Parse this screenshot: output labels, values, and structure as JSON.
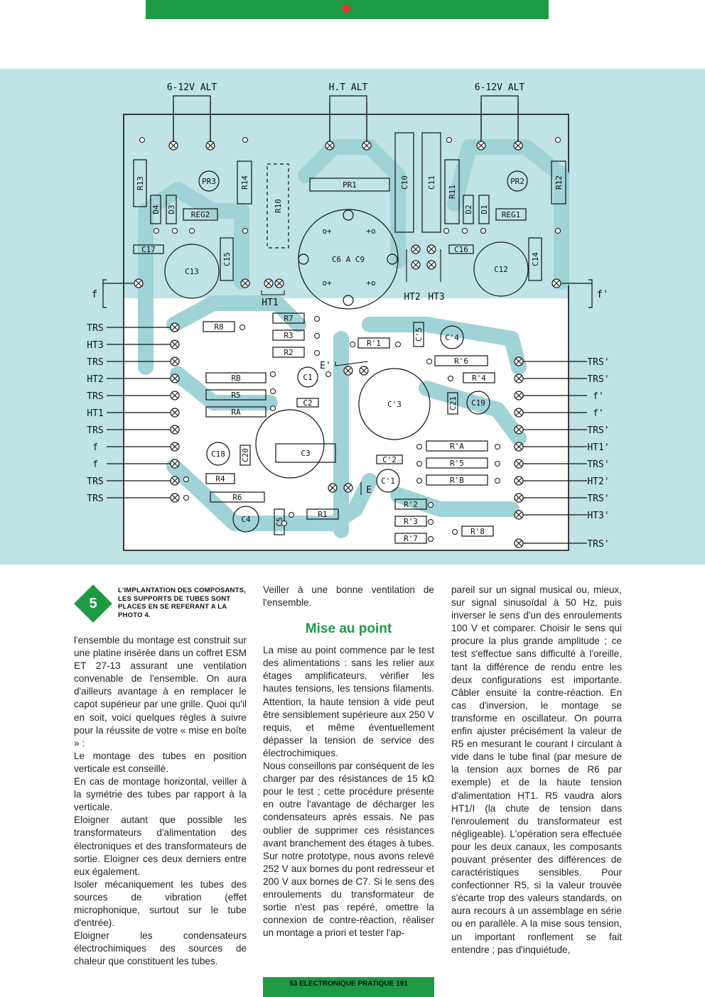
{
  "figure": {
    "inputs_top": [
      "6-12V ALT",
      "H.T ALT",
      "6-12V ALT"
    ],
    "left_labels": [
      "TRS",
      "HT3",
      "TRS",
      "HT2",
      "TRS",
      "HT1",
      "TRS",
      "f",
      "f",
      "TRS",
      "TRS"
    ],
    "right_labels": [
      "TRS'",
      "TRS'",
      "f'",
      "f'",
      "TRS'",
      "HT1'",
      "TRS'",
      "HT2'",
      "TRS'",
      "HT3'",
      "TRS'"
    ],
    "heater_left": "f",
    "heater_right": "f'",
    "upper_components": [
      "R13",
      "D4",
      "D3",
      "PR3",
      "REG2",
      "C17",
      "C13",
      "C15",
      "R14",
      "R10",
      "PR1",
      "C6 A C9",
      "C10",
      "C11",
      "R11",
      "D2",
      "D1",
      "PR2",
      "REG1",
      "C16",
      "C12",
      "C14",
      "R12",
      "HT1",
      "HT2",
      "HT3"
    ],
    "lower_components": [
      "R8",
      "R7",
      "R3",
      "R2",
      "RB",
      "R5",
      "RA",
      "C1",
      "C2",
      "C3",
      "C18",
      "C20",
      "R4",
      "R6",
      "C4",
      "C5",
      "R1",
      "R'1",
      "C'5",
      "C'4",
      "R'6",
      "R'4",
      "C'3",
      "C21",
      "C19",
      "R'A",
      "R'5",
      "R'B",
      "C'2",
      "C'1",
      "R'2",
      "R'3",
      "R'7",
      "R'8",
      "E",
      "E'"
    ]
  },
  "caption": {
    "number": "5",
    "text": "L'IMPLANTATION DES COMPOSANTS, LES SUPPORTS DE TUBES SONT PLACES EN SE REFERANT A LA PHOTO 4."
  },
  "col1": [
    "l'ensemble du montage est construit sur une platine insérée dans un coffret ESM ET 27-13 assurant une ventilation convenable de l'ensemble. On aura d'ailleurs avantage à en remplacer le capot supérieur par une grille. Quoi qu'il en soit, voici quelques règles à suivre pour la réussite de votre « mise en boîte » :",
    "Le montage des tubes en position verticale est conseillé.",
    "En cas de montage horizontal, veiller à la symétrie des tubes par rapport à la verticale.",
    "Eloigner autant que possible les transformateurs d'alimentation des électroniques et des transformateurs de sortie. Eloigner ces deux derniers entre eux également.",
    "Isoler mécaniquement les tubes des sources de vibration (effet microphonique, surtout sur le tube d'entrée).",
    "Eloigner les condensateurs électrochimiques des sources de chaleur que constituent les tubes."
  ],
  "col2_intro": "Veiller à une bonne ventilation de l'ensemble.",
  "col2_heading": "Mise au point",
  "col2": [
    "La mise au point commence par le test des alimentations : sans les relier aux étages amplificateurs, vérifier les hautes tensions, les tensions filaments. Attention, la haute tension à vide peut être sensiblement supérieure aux 250 V requis, et même éventuellement dépasser la tension de service des électrochimiques.",
    "Nous conseillons par conséquent de les charger par des résistances de 15 kΩ pour le test ; cette procédure présente en outre l'avantage de décharger les condensateurs après essais. Ne pas oublier de supprimer ces résistances avant branchement des étages à tubes. Sur notre prototype, nous avons relevé 252 V aux bornes du pont redresseur et 200 V aux bornes de C7. Si le sens des enroulements du transformateur de sortie n'est pas repéré, omettre la connexion de contre-réaction, réaliser un montage a priori et tester l'ap-"
  ],
  "col3": [
    "pareil sur un signal musical ou, mieux, sur signal sinusoïdal à 50 Hz, puis inverser le sens d'un des enroulements 100 V et comparer. Choisir le sens qui procure la plus grande amplitude ; ce test s'effectue sans difficulté à l'oreille, tant la différence de rendu entre les deux configurations est importante. Câbler ensuite la contre-réaction. En cas d'inversion, le montage se transforme en oscillateur. On pourra enfin ajuster précisément la valeur de R5 en mesurant le courant I circulant à vide dans le tube final (par mesure de la tension aux bornes de R6 par exemple) et de la haute tension d'alimentation HT1. R5 vaudra alors HT1/I (la chute de tension dans l'enroulement du transformateur est négligeable). L'opération sera effectuée pour les deux canaux, les composants pouvant présenter des différences de caractéristiques sensibles. Pour confectionner R5, si la valeur trouvée s'écarte trop des valeurs standards, on aura recours à un assemblage en série ou en parallèle. A la mise sous tension, un important ronflement se fait entendre ; pas d'inquiétude,"
  ],
  "footer": "53 ELECTRONIQUE PRATIQUE 191",
  "colors": {
    "green": "#1e9a45",
    "board": "#bfe3e6",
    "trace": "#9fd3d8",
    "red": "#e8322b"
  }
}
